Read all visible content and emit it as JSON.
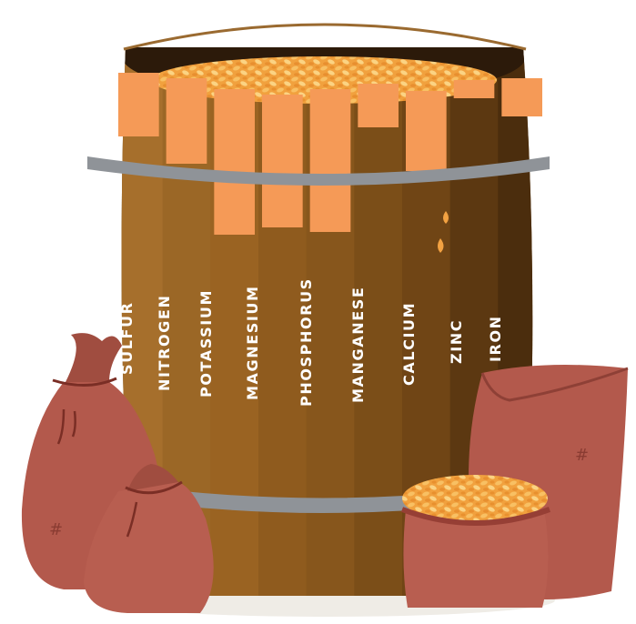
{
  "figure": {
    "concept": "Liebig's barrel (law of the minimum)",
    "nutrients": [
      {
        "label": "SULFUR"
      },
      {
        "label": "NITROGEN"
      },
      {
        "label": "POTASSIUM"
      },
      {
        "label": "MAGNESIUM"
      },
      {
        "label": "PHOSPHORUS"
      },
      {
        "label": "MANGANESE"
      },
      {
        "label": "CALCIUM"
      },
      {
        "label": "ZINC"
      },
      {
        "label": "IRON"
      }
    ],
    "limiting_nutrient": "ZINC"
  },
  "colors": {
    "grain": "#f3a242",
    "stave_fill": "#f59a57",
    "hoop": "#8f9398",
    "sack": "#b3594c",
    "label_text": "#ffffff"
  }
}
